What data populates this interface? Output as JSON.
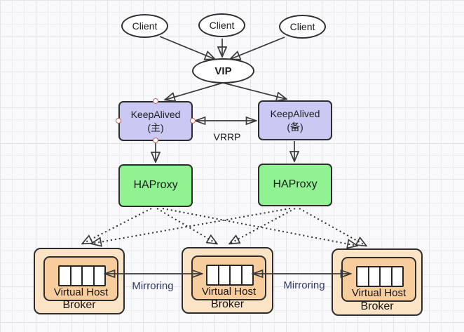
{
  "canvas": {
    "type": "diagram-editor-grid-canvas",
    "grid": true
  },
  "colors": {
    "keepalived_fill": "#c9c9f4",
    "haproxy_fill": "#90f290",
    "broker_fill": "#fbe3c6",
    "virtual_host_fill": "#f8cd9d",
    "queue_fill": "#ffffff",
    "edge_stroke": "#3a3a3a",
    "mirroring_text": "#333a5e",
    "selection_handle_stroke": "#c0605c"
  },
  "nodes": {
    "clients": [
      {
        "label": "Client"
      },
      {
        "label": "Client"
      },
      {
        "label": "Client"
      }
    ],
    "vip": {
      "label": "VIP"
    },
    "keepalived_master": {
      "title": "KeepAlived",
      "subtitle": "(主)",
      "selected": true
    },
    "keepalived_backup": {
      "title": "KeepAlived",
      "subtitle": "(备)"
    },
    "haproxy_left": {
      "label": "HAProxy"
    },
    "haproxy_right": {
      "label": "HAProxy"
    },
    "brokers": [
      {
        "virtual_host_label": "Virtual Host",
        "broker_label": "Broker",
        "queue_cell_count": 4
      },
      {
        "virtual_host_label": "Virtual Host",
        "broker_label": "Broker",
        "queue_cell_count": 4
      },
      {
        "virtual_host_label": "Virtual Host",
        "broker_label": "Broker",
        "queue_cell_count": 4
      }
    ]
  },
  "edge_labels": {
    "vrrp": "VRRP",
    "mirroring_left": "Mirroring",
    "mirroring_right": "Mirroring"
  }
}
